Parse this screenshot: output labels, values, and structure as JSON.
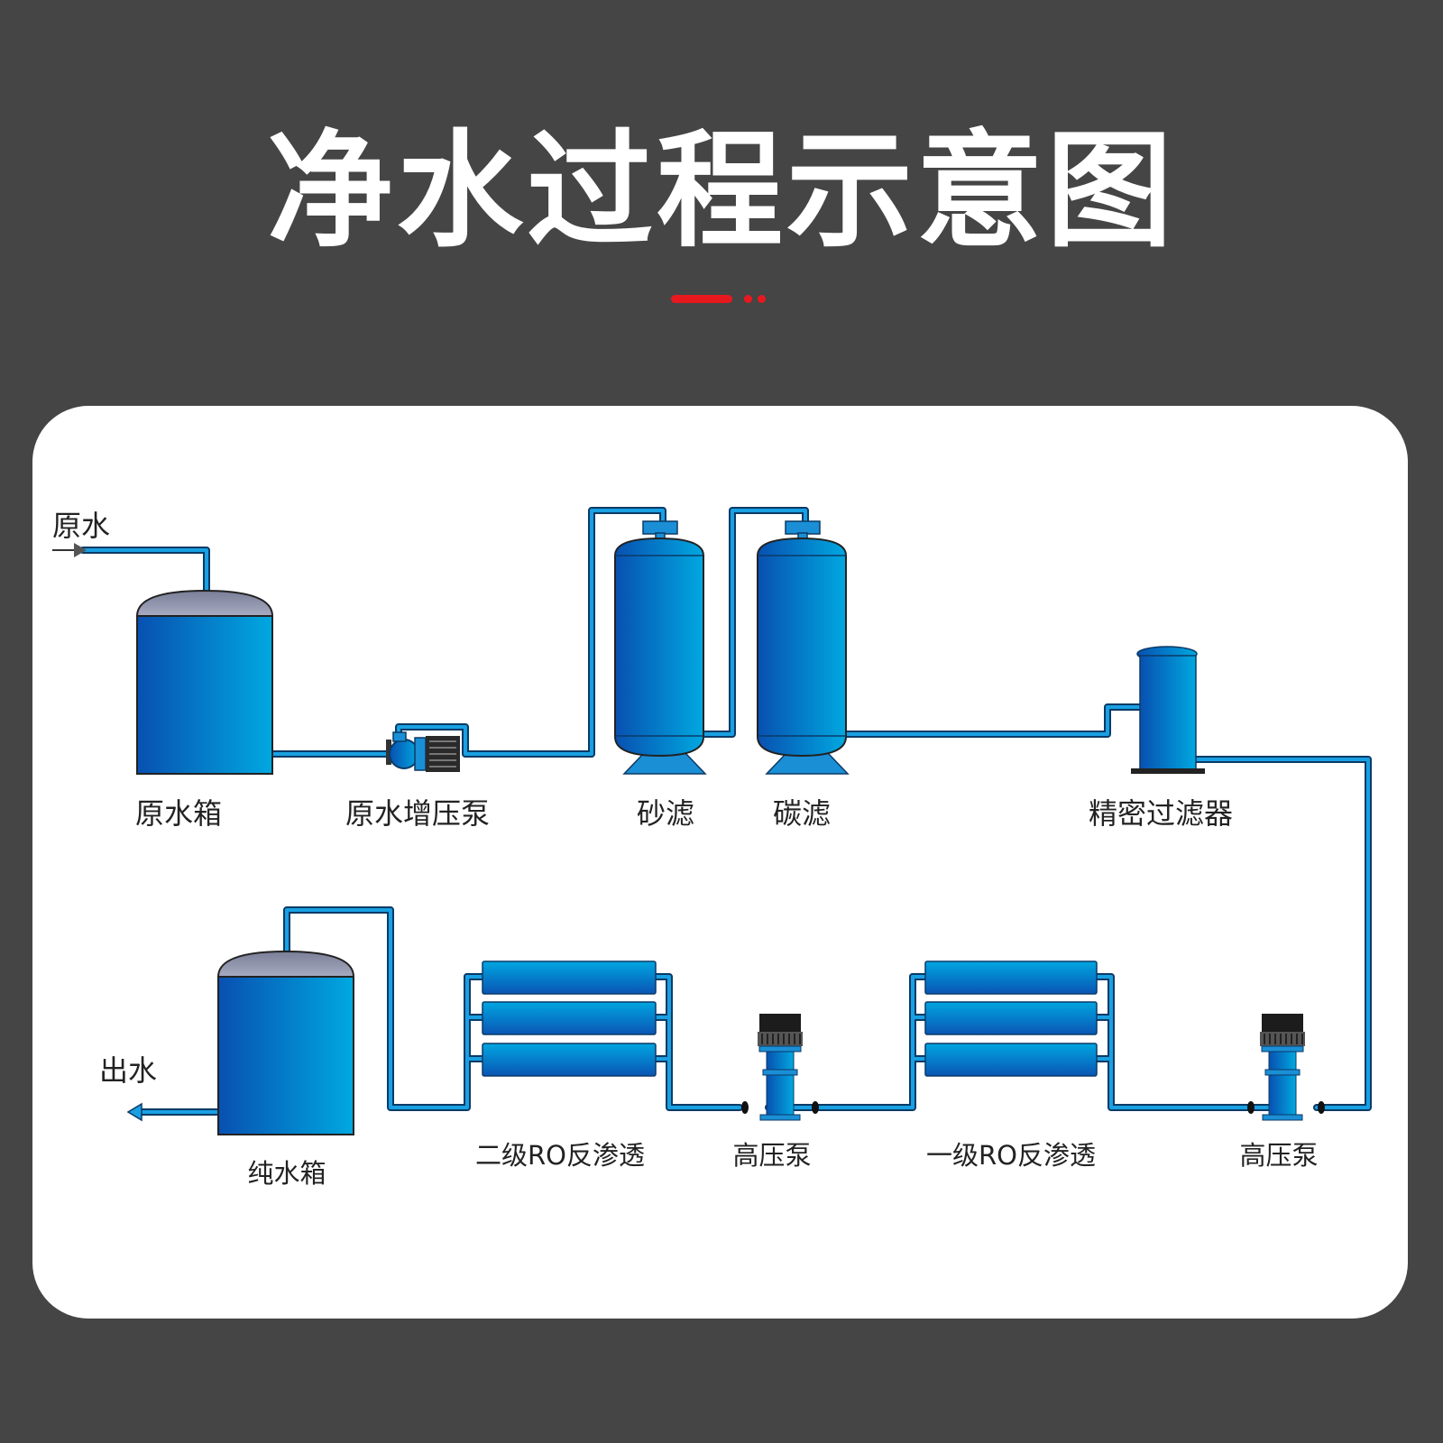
{
  "title": "净水过程示意图",
  "colors": {
    "background": "#454545",
    "accent": "#e8191e",
    "pipe": "#1a8fd6",
    "tank": "#0a60b8"
  },
  "diagram": {
    "io": {
      "inlet": "原水",
      "outlet": "出水"
    },
    "components": {
      "raw_tank": "原水箱",
      "booster_pump": "原水增压泵",
      "sand_filter": "砂滤",
      "carbon_filter": "碳滤",
      "precision_filter": "精密过滤器",
      "hp_pump_1": "高压泵",
      "ro_stage_1": "一级RO反渗透",
      "hp_pump_2": "高压泵",
      "ro_stage_2": "二级RO反渗透",
      "pure_tank": "纯水箱"
    }
  }
}
